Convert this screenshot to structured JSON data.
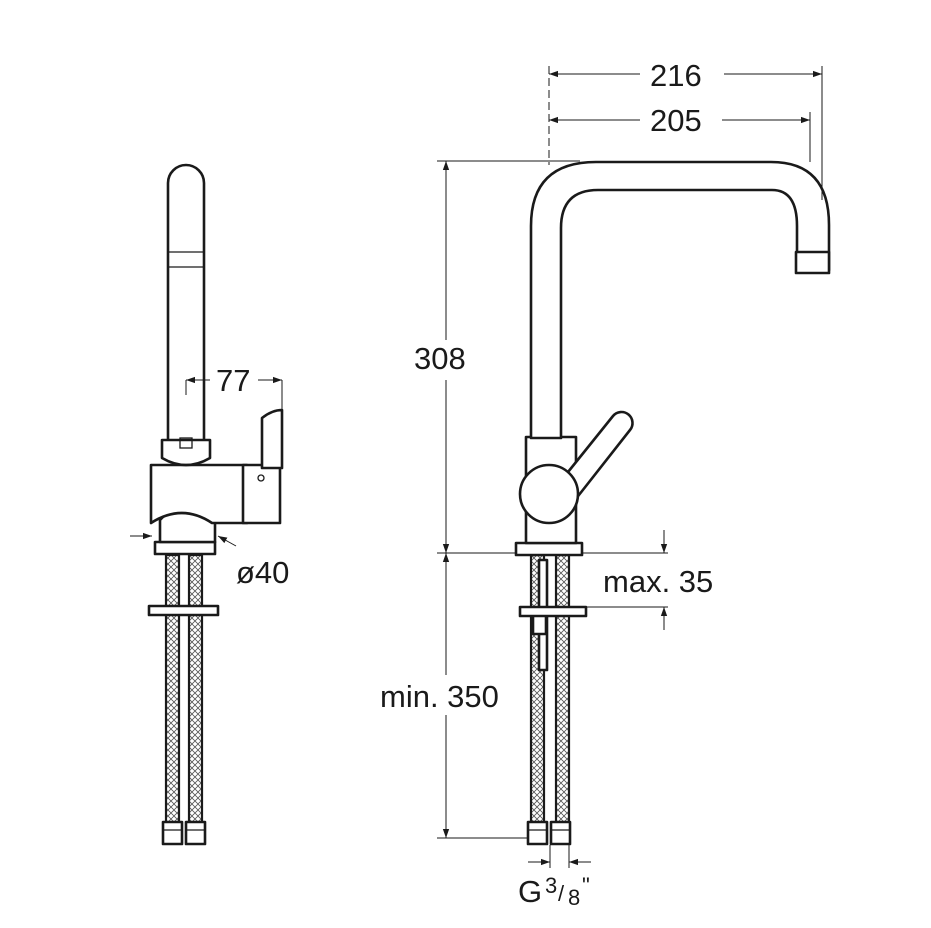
{
  "dimensions": {
    "spout_reach_outer": "216",
    "spout_reach_inner": "205",
    "total_height": "308",
    "handle_offset": "77",
    "base_diameter": "ø40",
    "max_deck_thickness": "max. 35",
    "min_hose_length": "min. 350",
    "connection_thread": "G",
    "connection_thread_fraction_num": "3",
    "connection_thread_fraction_den": "8",
    "connection_thread_suffix": "\""
  }
}
